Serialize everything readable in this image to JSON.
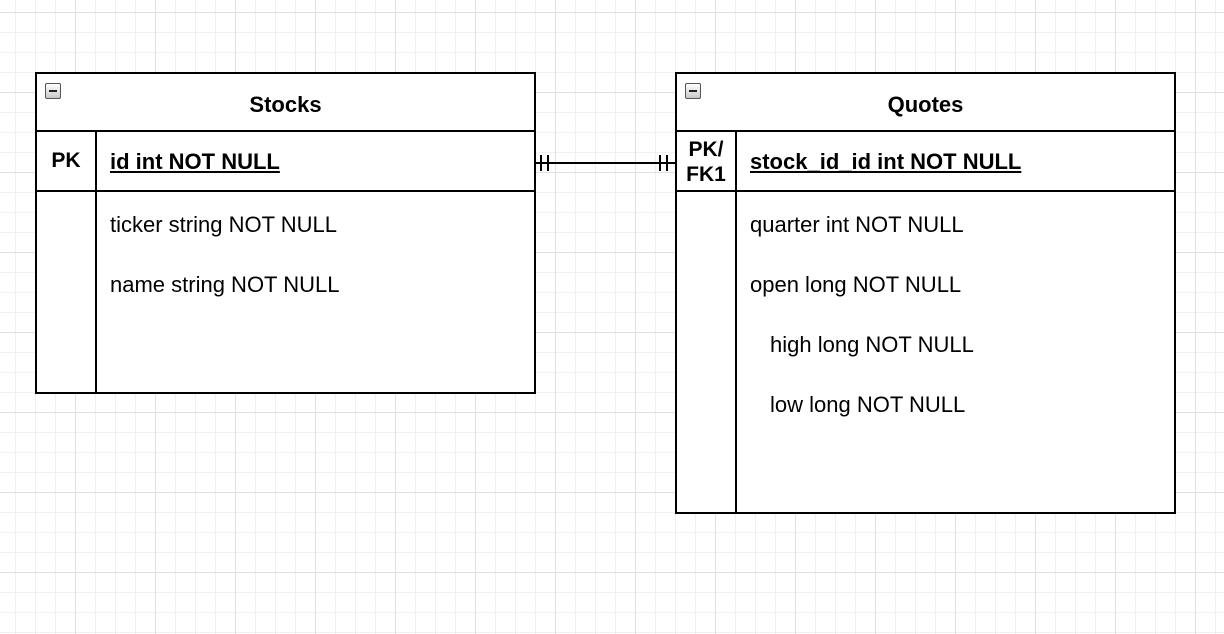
{
  "diagram": {
    "entities": [
      {
        "name": "stocks",
        "title": "Stocks",
        "key_label": "PK",
        "key_field": "id int NOT NULL",
        "fields": [
          "ticker string NOT NULL",
          "name string NOT NULL"
        ]
      },
      {
        "name": "quotes",
        "title": "Quotes",
        "key_label": "PK/\nFK1",
        "key_field": "stock_id_id int NOT NULL",
        "fields": [
          "quarter int NOT NULL",
          "open long NOT NULL",
          "high long NOT NULL",
          "low long NOT NULL"
        ]
      }
    ],
    "relationships": [
      {
        "from": "Stocks",
        "to": "Quotes",
        "from_cardinality": "one-and-only-one",
        "to_cardinality": "one-and-only-one"
      }
    ],
    "colors": {
      "line": "#000000",
      "background": "#ffffff",
      "grid": "#e0e0e0"
    },
    "icons": {
      "collapse": "collapse-minus-icon"
    }
  }
}
